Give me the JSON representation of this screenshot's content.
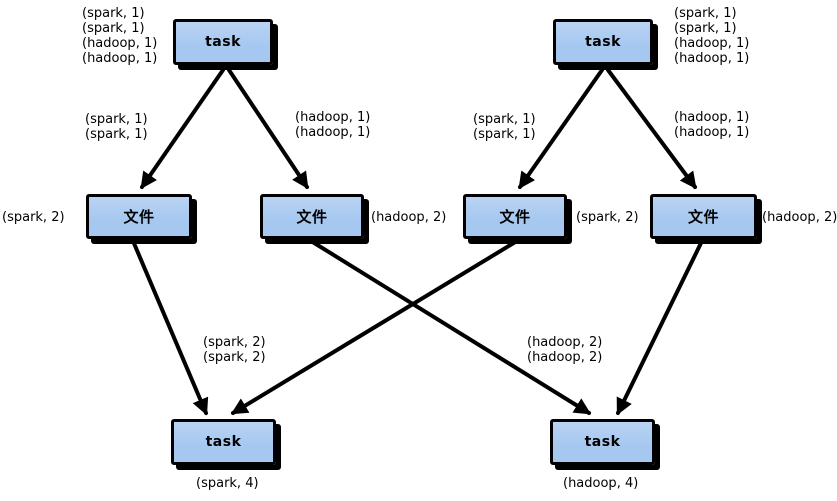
{
  "diagram": {
    "title": "wordcount-shuffle-diagram",
    "colors": {
      "node_fill": "#a6c8f0",
      "node_border": "#000000",
      "arrow": "#000000",
      "background": "#ffffff",
      "text": "#000000"
    },
    "nodes": {
      "task_top_left": {
        "label": "task"
      },
      "task_top_right": {
        "label": "task"
      },
      "file_1": {
        "label": "文件"
      },
      "file_2": {
        "label": "文件"
      },
      "file_3": {
        "label": "文件"
      },
      "file_4": {
        "label": "文件"
      },
      "task_bottom_left": {
        "label": "task"
      },
      "task_bottom_right": {
        "label": "task"
      }
    },
    "annotations": {
      "top_left_stack": [
        "(spark, 1)",
        "(spark, 1)",
        "(hadoop, 1)",
        "(hadoop, 1)"
      ],
      "top_right_stack": [
        "(spark, 1)",
        "(spark, 1)",
        "(hadoop, 1)",
        "(hadoop, 1)"
      ],
      "edge_tl_left": [
        "(spark, 1)",
        "(spark, 1)"
      ],
      "edge_tl_right": [
        "(hadoop, 1)",
        "(hadoop, 1)"
      ],
      "edge_tr_left": [
        "(spark, 1)",
        "(spark, 1)"
      ],
      "edge_tr_right": [
        "(hadoop, 1)",
        "(hadoop, 1)"
      ],
      "file_1_side": "(spark, 2)",
      "file_2_side": "(hadoop, 2)",
      "file_3_side": "(spark, 2)",
      "file_4_side": "(hadoop, 2)",
      "edge_bottom_left": [
        "(spark, 2)",
        "(spark, 2)"
      ],
      "edge_bottom_right": [
        "(hadoop, 2)",
        "(hadoop, 2)"
      ],
      "result_left": "(spark, 4)",
      "result_right": "(hadoop, 4)"
    }
  }
}
